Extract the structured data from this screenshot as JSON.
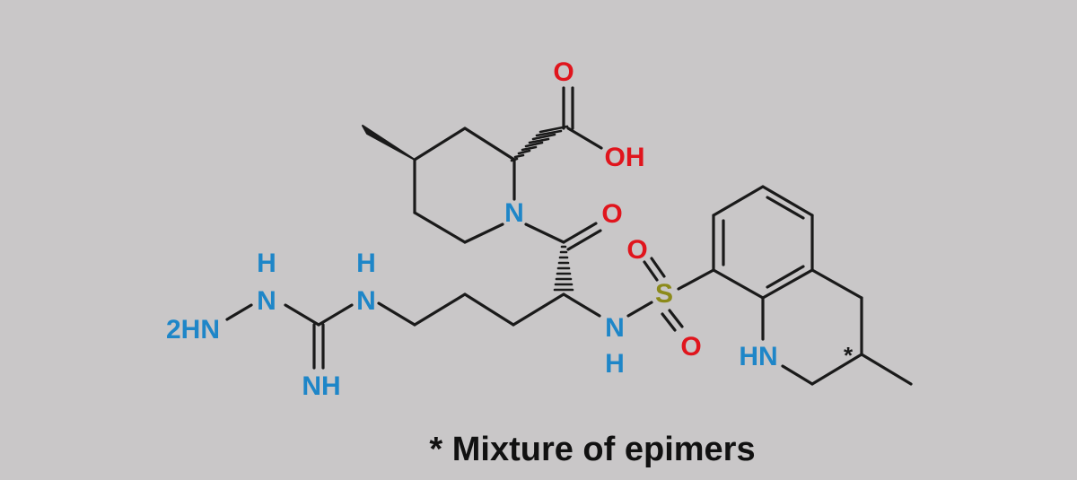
{
  "colors": {
    "background": "#c9c7c8",
    "bond": "#1a1a1a",
    "nitrogen": "#1e86c8",
    "oxygen": "#e0151d",
    "sulfur": "#8c8a1a",
    "caption": "#111111"
  },
  "atoms": {
    "o_carbonyl_acid": "O",
    "oh_acid": "OH",
    "n_piperidine": "N",
    "o_amide": "O",
    "o_sulfonyl_top": "O",
    "s_sulfonyl": "S",
    "o_sulfonyl_bottom": "O",
    "n_sulfonamide": "N",
    "h_sulfonamide": "H",
    "nh_ring": "HN",
    "stereo_mark": "*",
    "h_hydrazine": "H",
    "n_hydrazine": "N",
    "h_guanidine": "H",
    "n_guanidine": "N",
    "h2n_terminal": "2HN",
    "nh_imine": "NH"
  },
  "caption": "* Mixture of epimers"
}
